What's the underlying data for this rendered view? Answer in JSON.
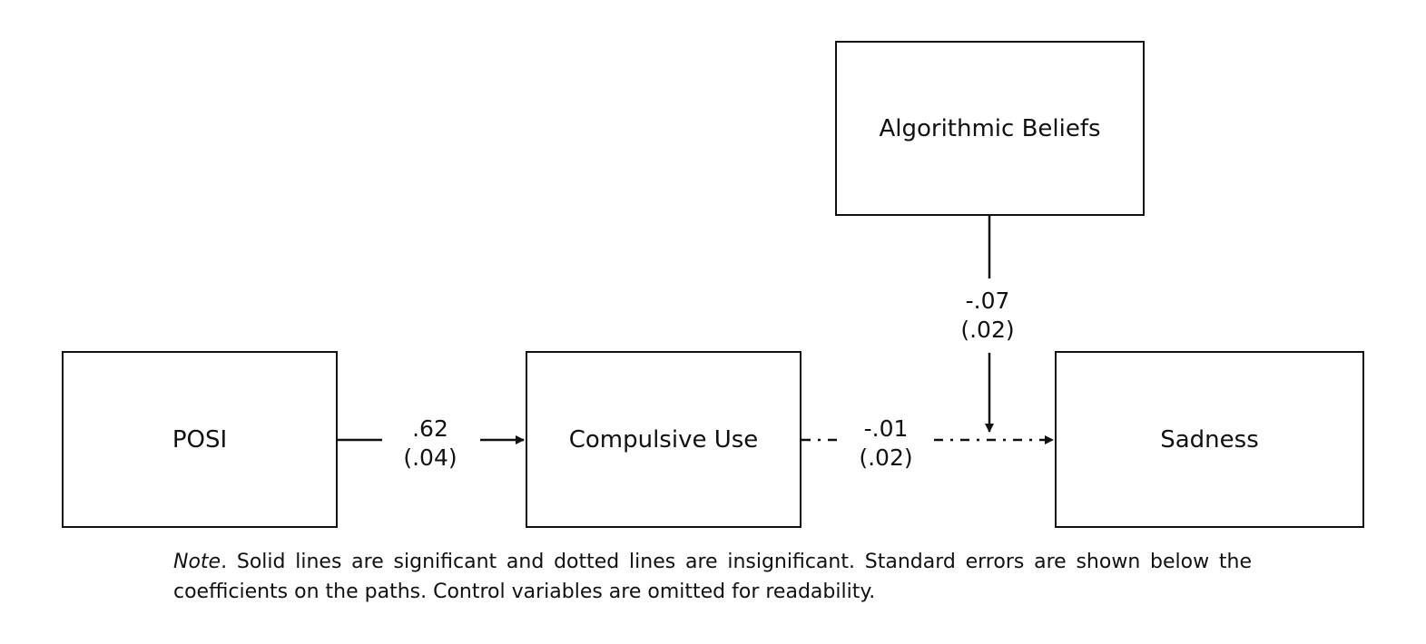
{
  "nodes": {
    "algorithmic_beliefs": "Algorithmic Beliefs",
    "posi": "POSI",
    "compulsive_use": "Compulsive Use",
    "sadness": "Sadness"
  },
  "paths": {
    "posi_to_compulsive": {
      "coefficient": ".62",
      "se": "(.04)",
      "style": "solid"
    },
    "compulsive_to_sadness": {
      "coefficient": "-.01",
      "se": "(.02)",
      "style": "dotted"
    },
    "beliefs_moderation": {
      "coefficient": "-.07",
      "se": "(.02)",
      "style": "solid"
    }
  },
  "note": {
    "label": "Note",
    "text": ". Solid lines are significant and dotted lines are insignificant. Standard errors are shown below the coefficients on the paths. Control variables are omitted for readability."
  },
  "colors": {
    "line": "#111111",
    "background": "#ffffff"
  }
}
